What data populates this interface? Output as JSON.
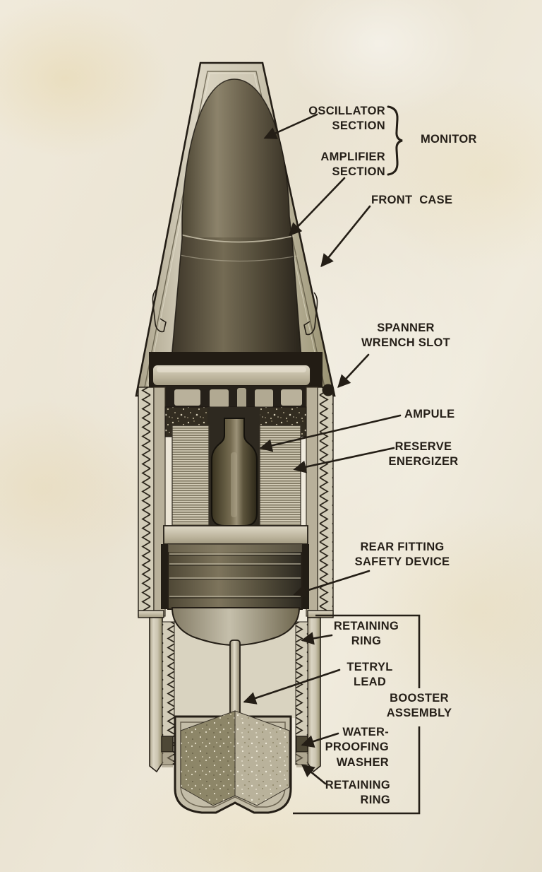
{
  "page": {
    "paper_color": "#ece5d4",
    "ink_color": "#241e16"
  },
  "diagram": {
    "kind": "cutaway-fuze-illustration",
    "labels": [
      {
        "id": "oscillator-section",
        "lines": [
          "OSCILLATOR",
          "SECTION"
        ]
      },
      {
        "id": "monitor",
        "lines": [
          "MONITOR"
        ]
      },
      {
        "id": "amplifier-section",
        "lines": [
          "AMPLIFIER",
          "SECTION"
        ]
      },
      {
        "id": "front-case",
        "lines": [
          "FRONT CASE"
        ]
      },
      {
        "id": "spanner-wrench-slot",
        "lines": [
          "SPANNER",
          "WRENCH SLOT"
        ]
      },
      {
        "id": "ampule",
        "lines": [
          "AMPULE"
        ]
      },
      {
        "id": "reserve-energizer",
        "lines": [
          "RESERVE",
          "ENERGIZER"
        ]
      },
      {
        "id": "rear-fitting-safety-device",
        "lines": [
          "REAR FITTING",
          "SAFETY DEVICE"
        ]
      },
      {
        "id": "retaining-ring-upper",
        "lines": [
          "RETAINING",
          "RING"
        ]
      },
      {
        "id": "tetryl-lead",
        "lines": [
          "TETRYL",
          "LEAD"
        ]
      },
      {
        "id": "booster-assembly",
        "lines": [
          "BOOSTER",
          "ASSEMBLY"
        ]
      },
      {
        "id": "water-proofing-washer",
        "lines": [
          "WATER-",
          "PROOFING",
          "WASHER"
        ]
      },
      {
        "id": "retaining-ring-lower",
        "lines": [
          "RETAINING",
          "RING"
        ]
      }
    ]
  }
}
